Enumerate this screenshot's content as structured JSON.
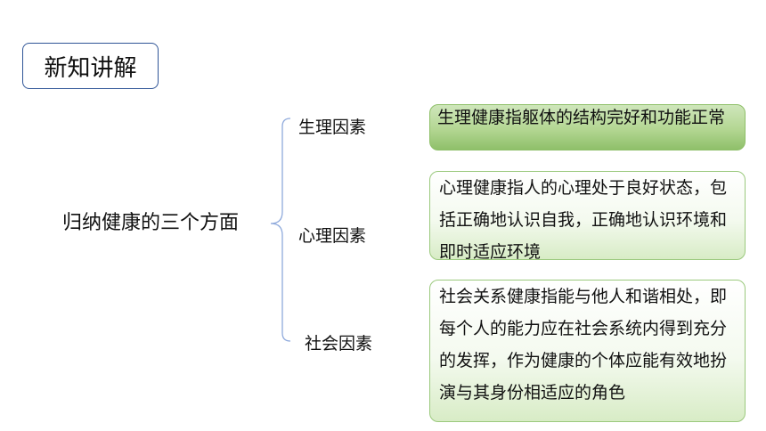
{
  "header": {
    "title": "新知讲解"
  },
  "main": {
    "topic": "归纳健康的三个方面",
    "factors": [
      {
        "label": "生理因素",
        "description": "生理健康指躯体的结构完好和功能正常"
      },
      {
        "label": "心理因素",
        "description": "心理健康指人的心理处于良好状态，包括正确地认识自我，正确地认识环境和即时适应环境"
      },
      {
        "label": "社会因素",
        "description": "社会关系健康指能与他人和谐相处，即每个人的能力应在社会系统内得到充分的发挥，作为健康的个体应能有效地扮演与其身份相适应的角色"
      }
    ]
  },
  "colors": {
    "title_border": "#2f5597",
    "box_green": "#8ebf68",
    "brace": "#8faadc"
  }
}
